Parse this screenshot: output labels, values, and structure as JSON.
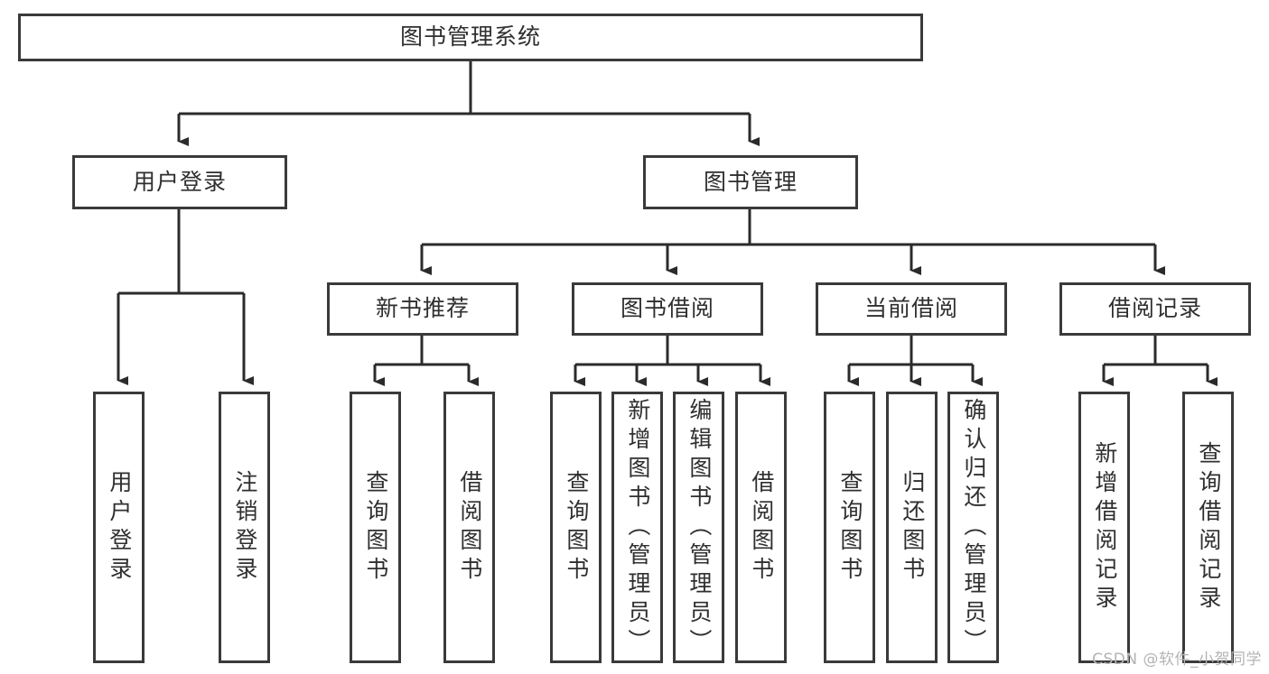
{
  "diagram": {
    "title": "图书管理系统",
    "type": "tree-hierarchy-chart",
    "colors": {
      "box_border": "#3a3a3a",
      "box_fill": "#ffffff",
      "connector": "#2b2b2b",
      "text": "#2f2f2f",
      "watermark": "#b4b4b4",
      "background": "#ffffff"
    },
    "root": {
      "id": "root",
      "label": "图书管理系统"
    },
    "level2": [
      {
        "id": "user-login",
        "label": "用户登录"
      },
      {
        "id": "book-manage",
        "label": "图书管理"
      }
    ],
    "level3": [
      {
        "id": "new-book-recommend",
        "label": "新书推荐"
      },
      {
        "id": "book-borrow",
        "label": "图书借阅"
      },
      {
        "id": "current-borrow",
        "label": "当前借阅"
      },
      {
        "id": "borrow-record",
        "label": "借阅记录"
      }
    ],
    "leaves": [
      {
        "id": "leaf-user-login",
        "label": "用户登录",
        "parent": "user-login"
      },
      {
        "id": "leaf-logout-login",
        "label": "注销登录",
        "parent": "user-login"
      },
      {
        "id": "leaf-query-book-1",
        "label": "查询图书",
        "parent": "new-book-recommend"
      },
      {
        "id": "leaf-borrow-book-1",
        "label": "借阅图书",
        "parent": "new-book-recommend"
      },
      {
        "id": "leaf-query-book-2",
        "label": "查询图书",
        "parent": "book-borrow"
      },
      {
        "id": "leaf-add-book",
        "label": "新增图书（管理员）",
        "parent": "book-borrow"
      },
      {
        "id": "leaf-edit-book",
        "label": "编辑图书（管理员）",
        "parent": "book-borrow"
      },
      {
        "id": "leaf-borrow-book-2",
        "label": "借阅图书",
        "parent": "book-borrow"
      },
      {
        "id": "leaf-query-book-3",
        "label": "查询图书",
        "parent": "current-borrow"
      },
      {
        "id": "leaf-return-book",
        "label": "归还图书",
        "parent": "current-borrow"
      },
      {
        "id": "leaf-confirm-return",
        "label": "确认归还（管理员）",
        "parent": "current-borrow"
      },
      {
        "id": "leaf-add-record",
        "label": "新增借阅记录",
        "parent": "borrow-record"
      },
      {
        "id": "leaf-query-record",
        "label": "查询借阅记录",
        "parent": "borrow-record"
      }
    ]
  },
  "watermark": {
    "text": "CSDN @软件_小贺同学"
  }
}
